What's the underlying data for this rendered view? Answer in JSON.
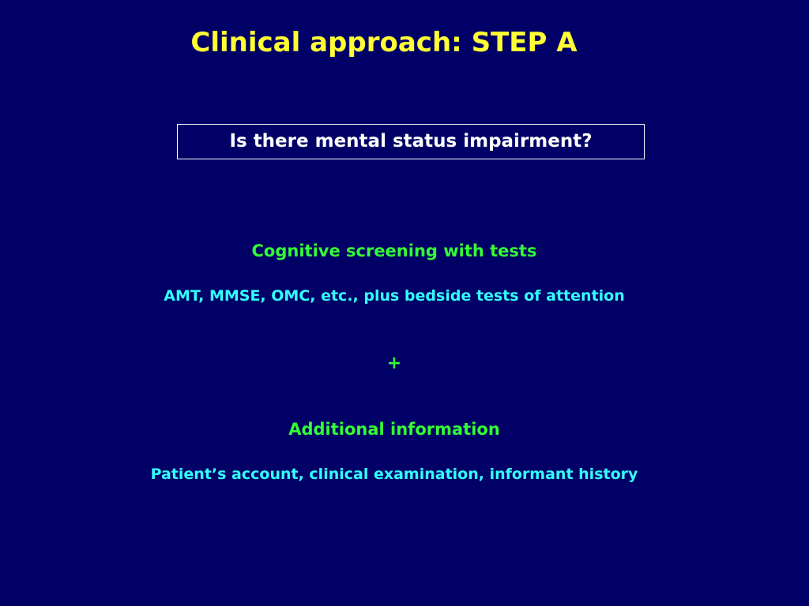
{
  "slide": {
    "title": "Clinical approach: STEP A",
    "question": "Is there mental status impairment?",
    "section1_heading": "Cognitive screening with tests",
    "section1_detail": "AMT, MMSE, OMC, etc., plus bedside tests of attention",
    "connector": "+",
    "section2_heading": "Additional information",
    "section2_detail": "Patient’s account, clinical examination, informant history"
  },
  "colors": {
    "background": "#000066",
    "title": "#ffff33",
    "question_text": "#ffffff",
    "heading": "#33ff33",
    "detail": "#33ffff"
  }
}
